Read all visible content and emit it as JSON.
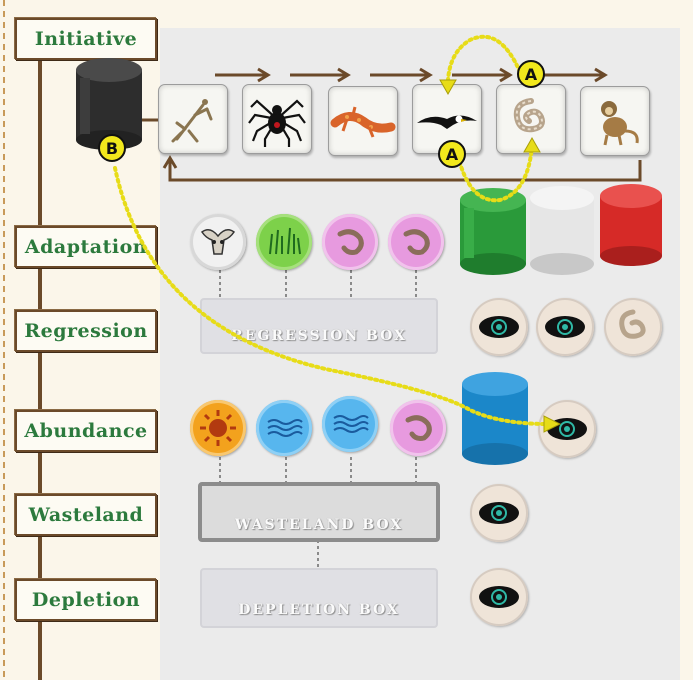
{
  "rows": {
    "initiative": "Initiative",
    "adaptation": "Adaptation",
    "regression": "Regression",
    "abundance": "Abundance",
    "wasteland": "Wasteland",
    "depletion": "Depletion"
  },
  "boxes": {
    "regression": "Regression Box",
    "wasteland": "Wasteland Box",
    "depletion": "Depletion Box"
  },
  "markers": {
    "a": "A",
    "b": "B"
  },
  "initiative_track": [
    "mantis-icon",
    "spider-icon",
    "salamander-icon",
    "eagle-icon",
    "rattlesnake-icon",
    "monkey-icon"
  ],
  "adaptation_tokens": [
    "skull-icon",
    "grass-icon",
    "shrimp-icon",
    "shrimp-icon"
  ],
  "abundance_tokens": [
    "sun-icon",
    "water-icon",
    "water-icon",
    "shrimp-icon"
  ],
  "colors": {
    "label_text": "#2c7a3d",
    "frame": "#6b4a2a",
    "arrow": "#e0d400",
    "green_cylinder": "#2a9a3a",
    "white_cylinder": "#e6e6e6",
    "red_cylinder": "#d62a27",
    "blue_cylinder": "#1b87c9",
    "black_cylinder": "#2d2d2d"
  }
}
